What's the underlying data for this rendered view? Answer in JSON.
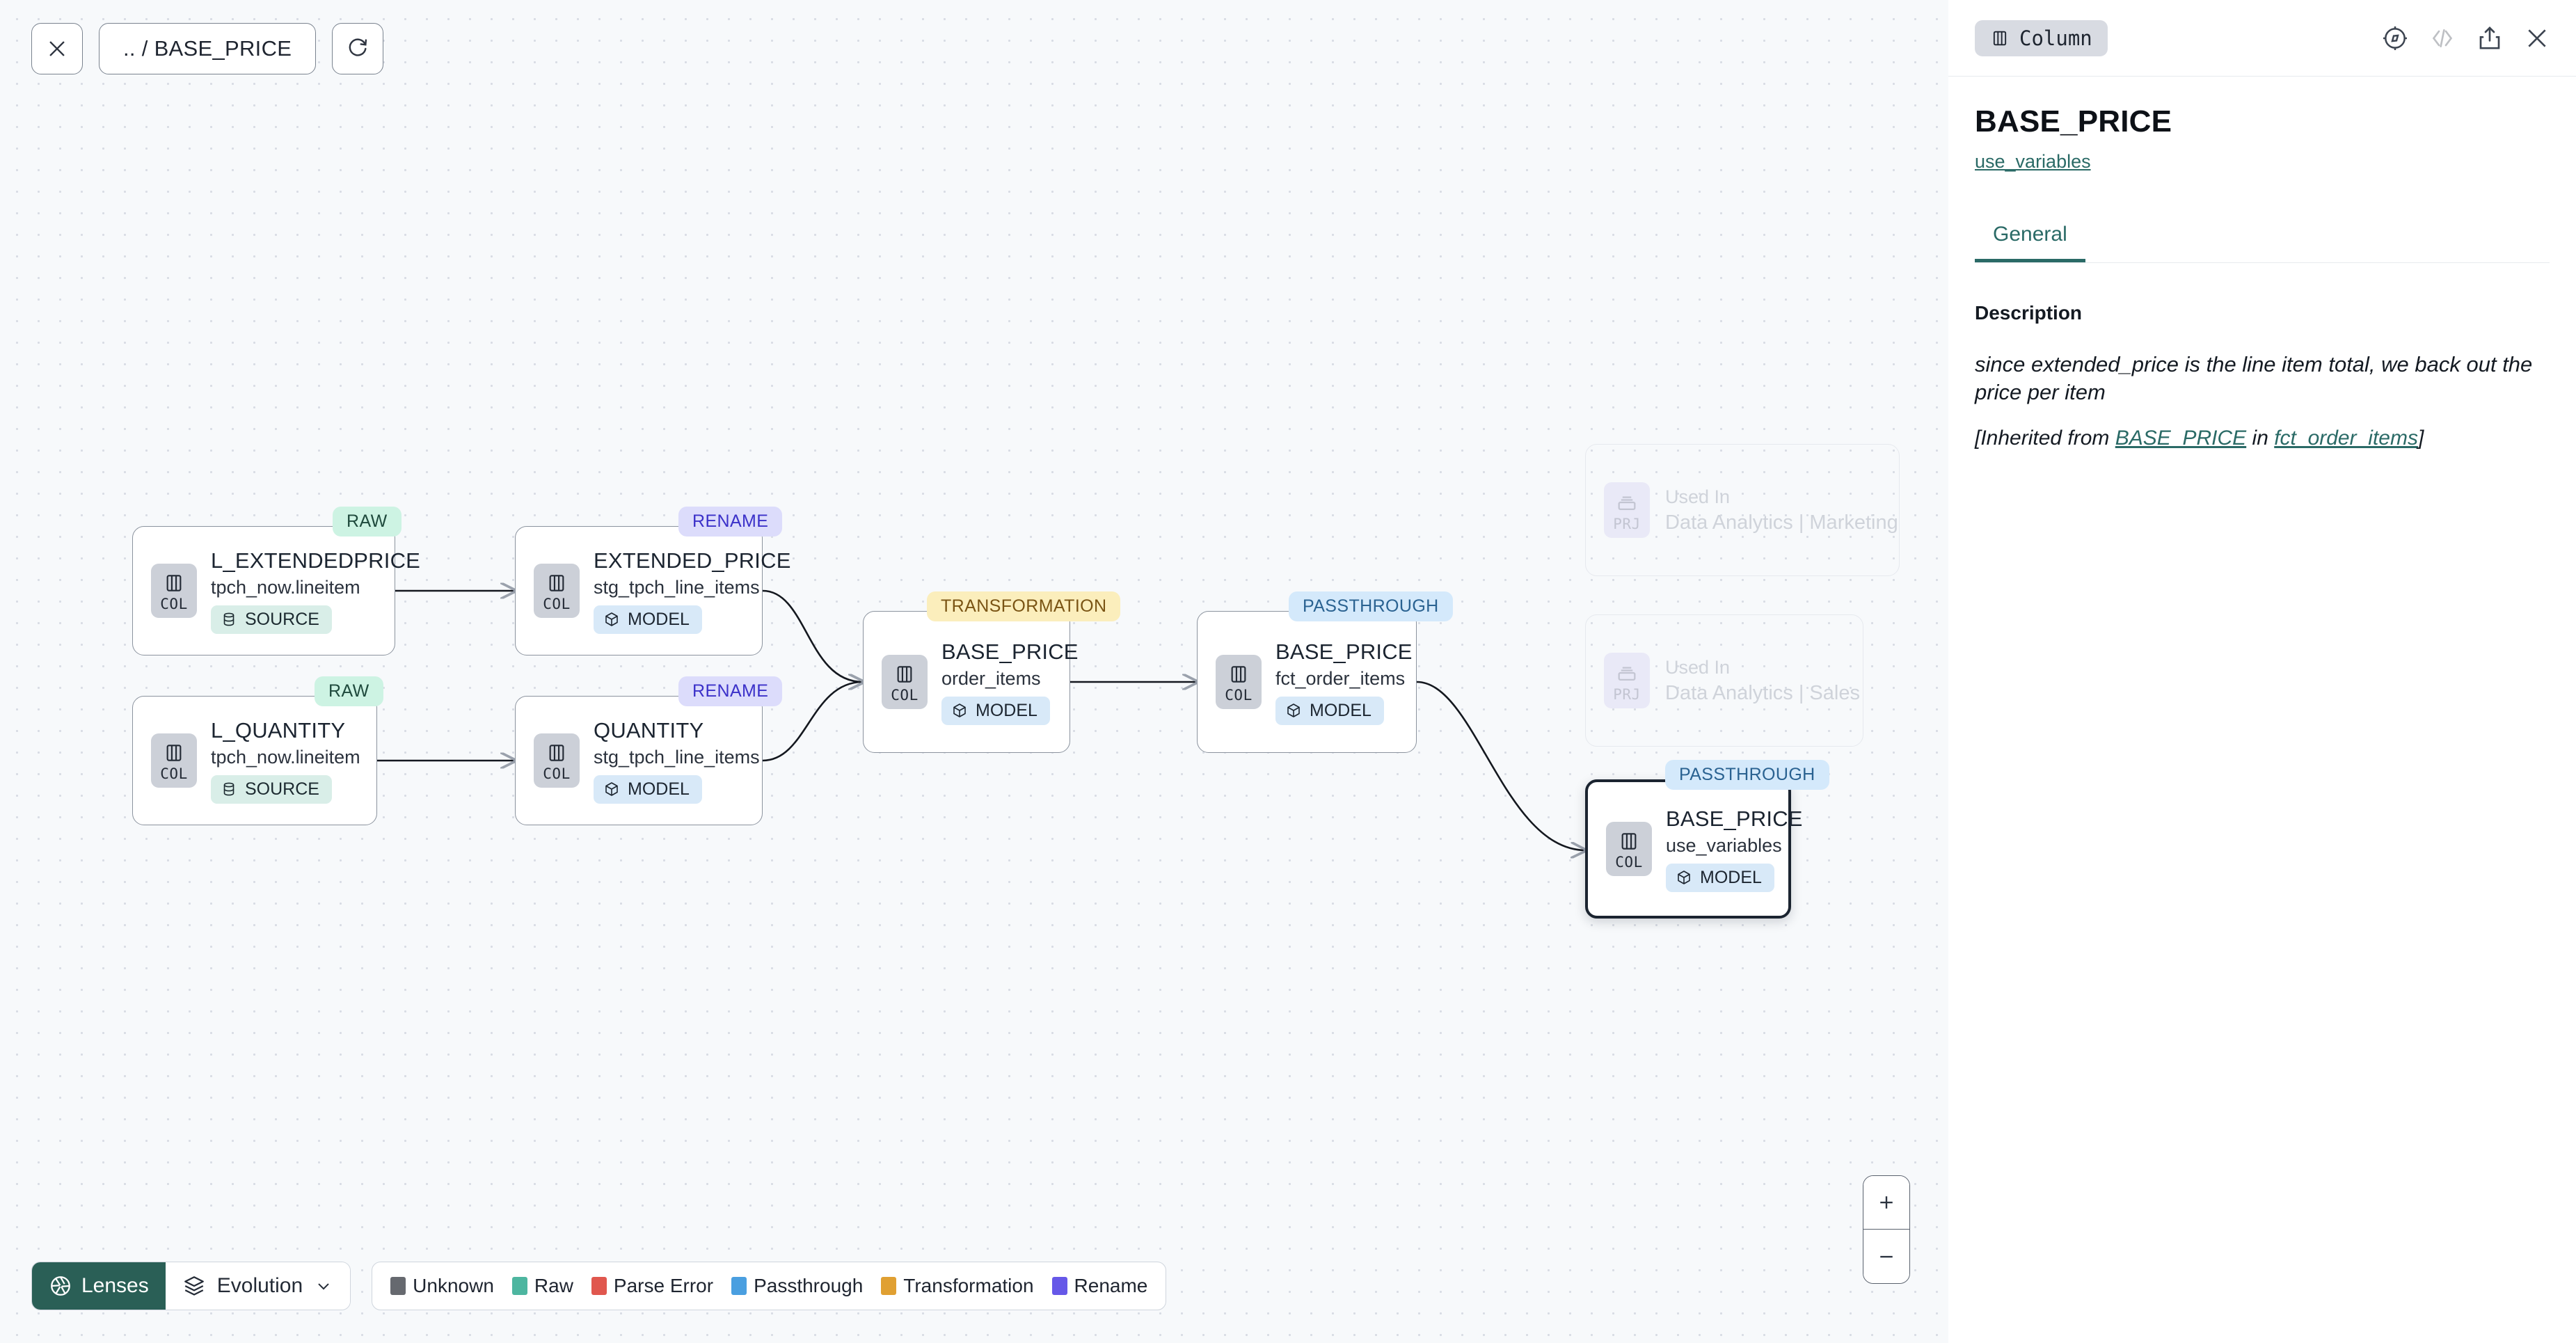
{
  "toolbar": {
    "close_label": "close-graph",
    "breadcrumb": ".. / BASE_PRICE",
    "refresh_label": "refresh"
  },
  "graph": {
    "nodes": [
      {
        "id": "l_extendedprice",
        "tag": "RAW",
        "tag_kind": "raw",
        "chip": "COL",
        "chip_icon": "column-icon",
        "title": "L_EXTENDEDPRICE",
        "subtitle": "tpch_now.lineitem",
        "badge": "SOURCE",
        "badge_kind": "source",
        "badge_icon": "database-icon",
        "selected": false
      },
      {
        "id": "l_quantity",
        "tag": "RAW",
        "tag_kind": "raw",
        "chip": "COL",
        "chip_icon": "column-icon",
        "title": "L_QUANTITY",
        "subtitle": "tpch_now.lineitem",
        "badge": "SOURCE",
        "badge_kind": "source",
        "badge_icon": "database-icon",
        "selected": false
      },
      {
        "id": "extended_price",
        "tag": "RENAME",
        "tag_kind": "rename",
        "chip": "COL",
        "chip_icon": "column-icon",
        "title": "EXTENDED_PRICE",
        "subtitle": "stg_tpch_line_items",
        "badge": "MODEL",
        "badge_kind": "model",
        "badge_icon": "cube-icon",
        "selected": false
      },
      {
        "id": "quantity",
        "tag": "RENAME",
        "tag_kind": "rename",
        "chip": "COL",
        "chip_icon": "column-icon",
        "title": "QUANTITY",
        "subtitle": "stg_tpch_line_items",
        "badge": "MODEL",
        "badge_kind": "model",
        "badge_icon": "cube-icon",
        "selected": false
      },
      {
        "id": "base_price_order_items",
        "tag": "TRANSFORMATION",
        "tag_kind": "transformation",
        "chip": "COL",
        "chip_icon": "column-icon",
        "title": "BASE_PRICE",
        "subtitle": "order_items",
        "badge": "MODEL",
        "badge_kind": "model",
        "badge_icon": "cube-icon",
        "selected": false
      },
      {
        "id": "base_price_fct_order_items",
        "tag": "PASSTHROUGH",
        "tag_kind": "passthrough",
        "chip": "COL",
        "chip_icon": "column-icon",
        "title": "BASE_PRICE",
        "subtitle": "fct_order_items",
        "badge": "MODEL",
        "badge_kind": "model",
        "badge_icon": "cube-icon",
        "selected": false
      },
      {
        "id": "base_price_use_variables",
        "tag": "PASSTHROUGH",
        "tag_kind": "passthrough",
        "chip": "COL",
        "chip_icon": "column-icon",
        "title": "BASE_PRICE",
        "subtitle": "use_variables",
        "badge": "MODEL",
        "badge_kind": "model",
        "badge_icon": "cube-icon",
        "selected": true
      }
    ],
    "ghost_nodes": [
      {
        "id": "used_in_marketing",
        "chip": "PRJ",
        "chip_icon": "project-icon",
        "line1": "Used In",
        "line2": "Data Analytics | Marketing"
      },
      {
        "id": "used_in_sales",
        "chip": "PRJ",
        "chip_icon": "project-icon",
        "line1": "Used In",
        "line2": "Data Analytics | Sales"
      }
    ]
  },
  "bottom": {
    "lenses_label": "Lenses",
    "evolution_label": "Evolution",
    "legend": [
      {
        "label": "Unknown",
        "color": "#66696f"
      },
      {
        "label": "Raw",
        "color": "#4db6a0"
      },
      {
        "label": "Parse Error",
        "color": "#e0574e"
      },
      {
        "label": "Passthrough",
        "color": "#4a9fe0"
      },
      {
        "label": "Transformation",
        "color": "#e0a032"
      },
      {
        "label": "Rename",
        "color": "#6658e8"
      }
    ]
  },
  "zoom_controls": {
    "zoom_in": "+",
    "zoom_out": "−"
  },
  "panel": {
    "type_badge": "Column",
    "title": "BASE_PRICE",
    "model_link": "use_variables",
    "tabs": [
      {
        "label": "General",
        "active": true
      }
    ],
    "description_heading": "Description",
    "description_text": "since extended_price is the line item total, we back out the price per item",
    "inherited_prefix": "[Inherited from ",
    "inherited_link_1": "BASE_PRICE",
    "inherited_middle": " in ",
    "inherited_link_2": "fct_order_items",
    "inherited_suffix": "]"
  },
  "colors": {
    "accent_teal": "#2a6a66",
    "lens_green": "#2a5f56",
    "selected_border": "#1b2430"
  }
}
